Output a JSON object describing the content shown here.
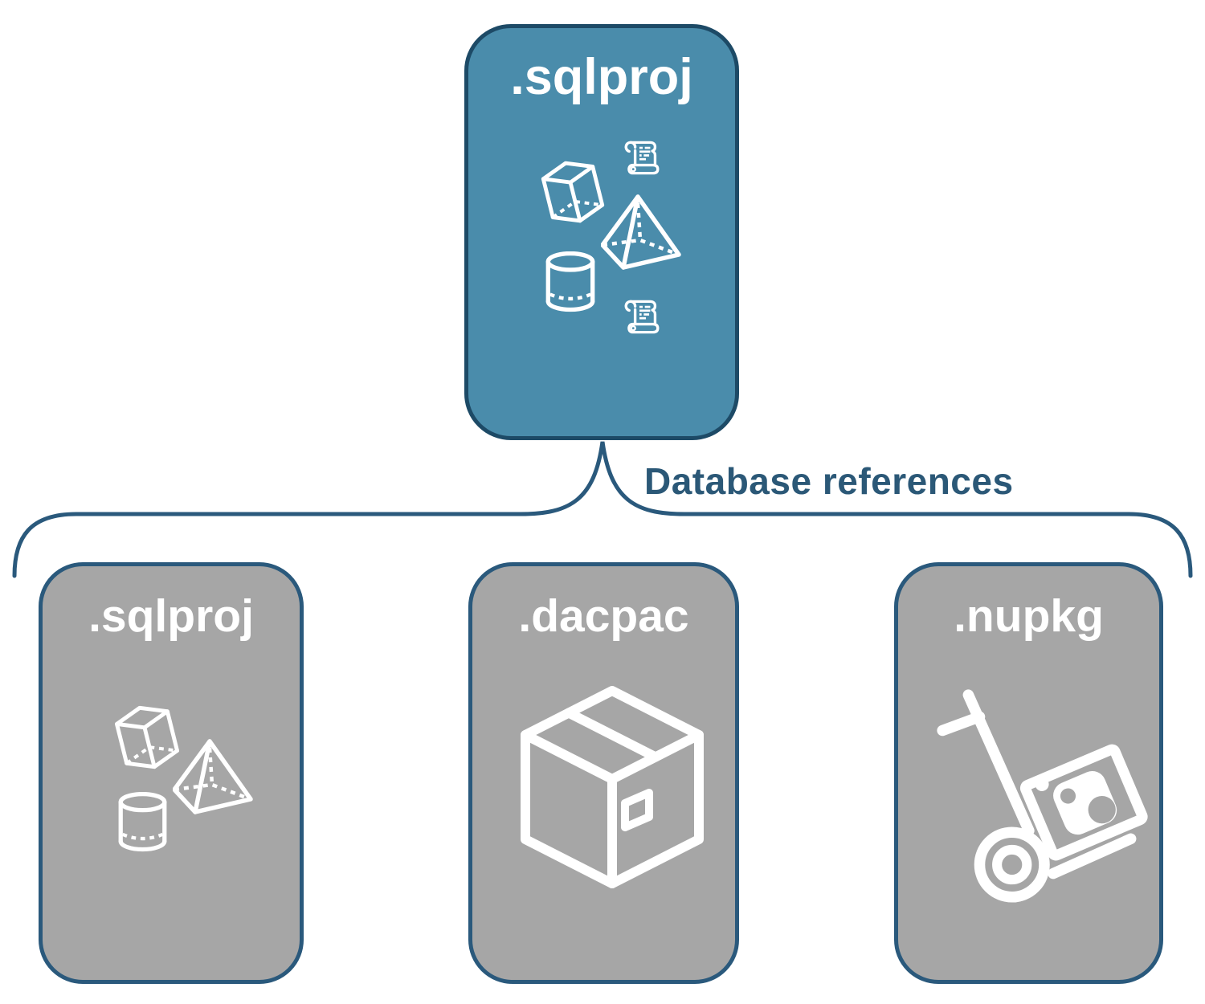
{
  "diagram": {
    "connector_label": "Database references",
    "colors": {
      "teal": "#4a8cab",
      "teal_border": "#1d4a66",
      "gray": "#a6a6a6",
      "gray_border": "#2a597c",
      "label": "#2b5877",
      "icon": "#ffffff",
      "bg": "#ffffff"
    },
    "root": {
      "label": ".sqlproj",
      "icons": [
        "cube-icon",
        "script-scroll-icon",
        "pyramid-icon",
        "database-cylinder-icon",
        "script-scroll-icon"
      ]
    },
    "children": [
      {
        "label": ".sqlproj",
        "icons": [
          "cube-icon",
          "pyramid-icon",
          "database-cylinder-icon"
        ]
      },
      {
        "label": ".dacpac",
        "icons": [
          "package-box-icon"
        ]
      },
      {
        "label": ".nupkg",
        "icons": [
          "hand-truck-nuget-package-icon"
        ]
      }
    ]
  }
}
